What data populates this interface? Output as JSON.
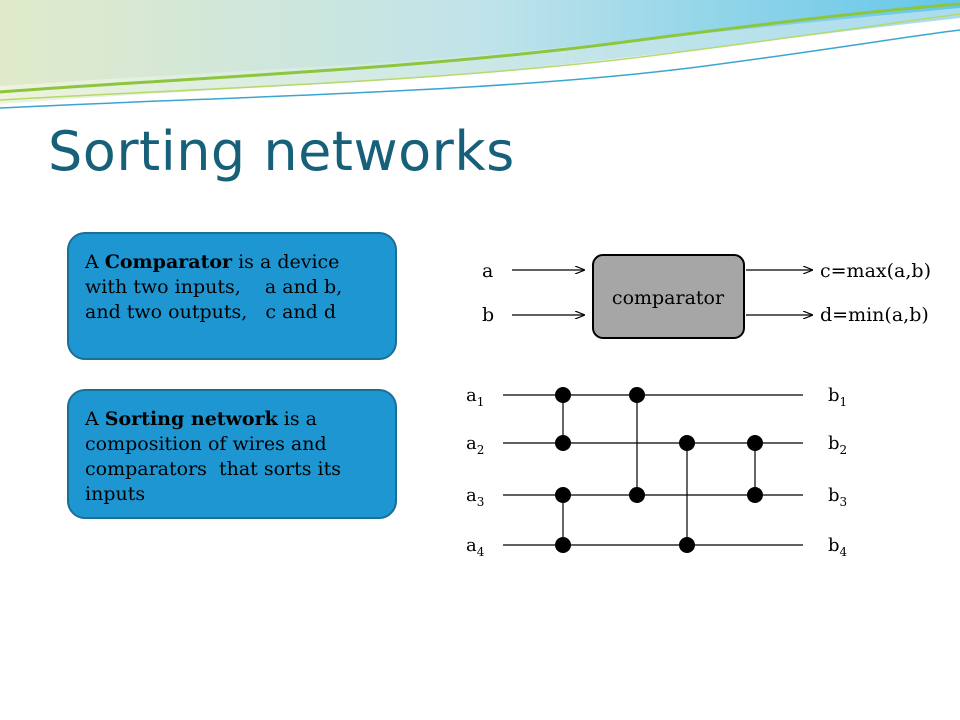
{
  "slide": {
    "title": "Sorting networks"
  },
  "callouts": {
    "comparator": {
      "prefix": "A ",
      "term": "Comparator",
      "line1_rest": " is a device",
      "line2": "with two inputs,    a and b,",
      "line3": "and two outputs,   c and d"
    },
    "sorting_network": {
      "prefix": "A ",
      "term": "Sorting network",
      "line1_rest": " is a",
      "line2": "composition of wires and",
      "line3": "comparators  that sorts its",
      "line4": "inputs"
    }
  },
  "comparator_diagram": {
    "input_a": "a",
    "input_b": "b",
    "box_label": "comparator",
    "output_c": "c=max(a,b)",
    "output_d": "d=min(a,b)"
  },
  "network": {
    "input_base": "a",
    "output_base": "b",
    "wire_indices": [
      "1",
      "2",
      "3",
      "4"
    ],
    "comparators": [
      {
        "from_wire": 1,
        "to_wire": 2
      },
      {
        "from_wire": 3,
        "to_wire": 4
      },
      {
        "from_wire": 1,
        "to_wire": 3
      },
      {
        "from_wire": 2,
        "to_wire": 4
      },
      {
        "from_wire": 2,
        "to_wire": 3
      }
    ]
  },
  "colors": {
    "title": "#17607a",
    "callout_fill": "#1e96d2",
    "callout_border": "#1b6f96",
    "comparator_box": "#a6a6a6"
  }
}
